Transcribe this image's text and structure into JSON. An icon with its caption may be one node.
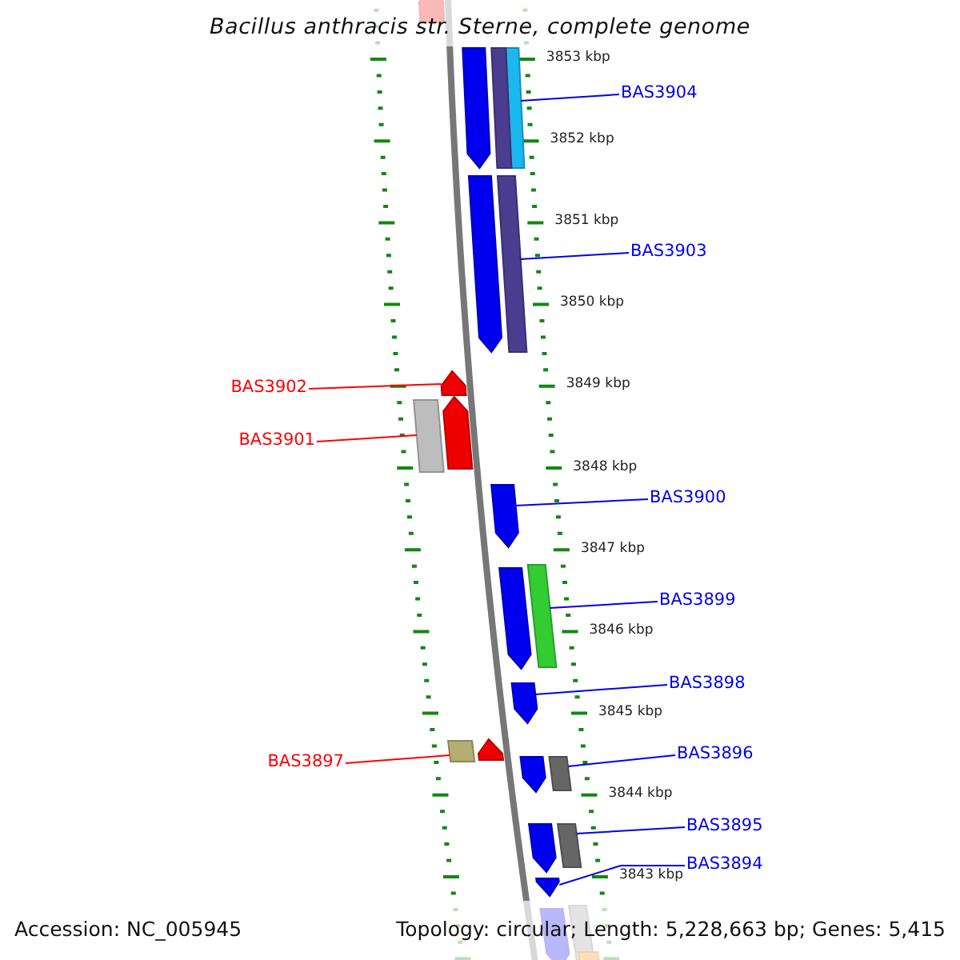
{
  "diagram": {
    "title": "Bacillus anthracis str. Sterne, complete genome",
    "nodes": [
      {
        "text": [
          "BAS3904"
        ]
      },
      {
        "text": [],
        "shape": "bar"
      },
      {
        "text": [
          "BAS3903"
        ]
      },
      {
        "text": [],
        "shape": "bar"
      },
      {
        "text": [
          "BAS3902"
        ]
      },
      {
        "text": [],
        "shape": "arrow"
      },
      {
        "text": [
          "BAS3901"
        ]
      },
      {
        "text": [],
        "shape": "bar"
      },
      {
        "text": [
          "BAS3900"
        ]
      },
      {
        "text": [],
        "shape": "arrow"
      },
      {
        "text": [
          "BAS3899"
        ]
      },
      {
        "text": [],
        "shape": "bar"
      },
      {
        "text": [
          "BAS3898"
        ]
      },
      {
        "text": [],
        "shape": "arrow"
      },
      {
        "text": [
          "BAS3897"
        ]
      },
      {
        "text": [],
        "shape": "bar"
      },
      {
        "text": [
          "BAS3896"
        ]
      },
      {
        "text": [],
        "shape": "bar"
      },
      {
        "text": [
          "BAS3895"
        ]
      },
      {
        "text": [],
        "shape": "bar"
      },
      {
        "text": [
          "BAS3894"
        ]
      },
      {
        "text": [],
        "shape": "arrow"
      },
      {
        "text": [],
        "shape": "arrow"
      },
      {
        "text": [],
        "shape": "bar"
      },
      {
        "text": [],
        "shape": "arrow"
      },
      {
        "text": [],
        "shape": "arrow"
      },
      {
        "text": [],
        "shape": "arrow"
      },
      {
        "text": [],
        "shape": "bar"
      },
      {
        "text": [],
        "shape": "arrow"
      },
      {
        "text": [],
        "shape": "arrow"
      },
      {
        "text": [],
        "shape": "arrow"
      },
      {
        "text": [],
        "shape": "arrow"
      },
      {
        "text": [],
        "shape": "arrow"
      },
      {
        "text": [],
        "shape": "bar"
      }
    ],
    "edges": [
      {
        "from": 0,
        "to": 1,
        "arrow": "none"
      },
      {
        "from": 2,
        "to": 3,
        "arrow": "none"
      },
      {
        "from": 4,
        "to": 5,
        "arrow": "none",
        "color": "#ff0000"
      },
      {
        "from": 6,
        "to": 7,
        "arrow": "none",
        "color": "#ff0000"
      },
      {
        "from": 8,
        "to": 9,
        "arrow": "none"
      },
      {
        "from": 10,
        "to": 11,
        "arrow": "none"
      },
      {
        "from": 12,
        "to": 13,
        "arrow": "none"
      },
      {
        "from": 14,
        "to": 15,
        "arrow": "none",
        "color": "#ff0000"
      },
      {
        "from": 16,
        "to": 17,
        "arrow": "none"
      },
      {
        "from": 18,
        "to": 19,
        "arrow": "none"
      },
      {
        "from": 20,
        "to": 21,
        "arrow": "none"
      }
    ],
    "labels": [
      "3853 kbp",
      "3852 kbp",
      "3851 kbp",
      "3850 kbp",
      "3849 kbp",
      "3848 kbp",
      "3847 kbp",
      "3846 kbp",
      "3845 kbp",
      "3844 kbp",
      "3843 kbp",
      "Accession: NC_005945",
      "Topology: circular; Length: 5,228,663 bp; Genes: 5,415"
    ]
  }
}
